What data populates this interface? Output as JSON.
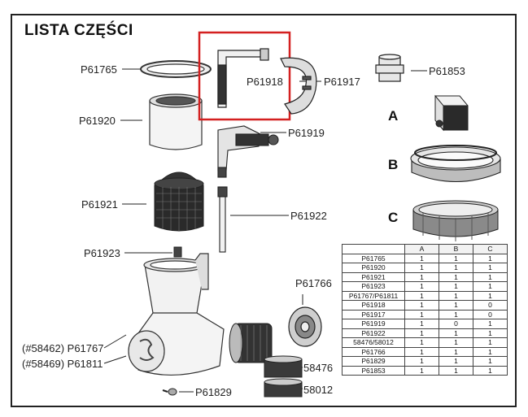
{
  "title": "LISTA CZĘŚCI",
  "parts": {
    "p61765": "P61765",
    "p61918": "P61918",
    "p61917": "P61917",
    "p61853": "P61853",
    "p61920": "P61920",
    "p61919": "P61919",
    "p61921": "P61921",
    "p61922": "P61922",
    "p61923": "P61923",
    "p61766": "P61766",
    "p61767": "(#58462) P61767",
    "p61811": "(#58469) P61811",
    "c58476": "58476",
    "c58012": "58012",
    "p61829": "P61829"
  },
  "pool_labels": {
    "a": "A",
    "b": "B",
    "c": "C"
  },
  "table": {
    "headers": [
      "",
      "A",
      "B",
      "C"
    ],
    "rows": [
      [
        "P61765",
        "1",
        "1",
        "1"
      ],
      [
        "P61920",
        "1",
        "1",
        "1"
      ],
      [
        "P61921",
        "1",
        "1",
        "1"
      ],
      [
        "P61923",
        "1",
        "1",
        "1"
      ],
      [
        "P61767/P61811",
        "1",
        "1",
        "1"
      ],
      [
        "P61918",
        "1",
        "1",
        "0"
      ],
      [
        "P61917",
        "1",
        "1",
        "0"
      ],
      [
        "P61919",
        "1",
        "0",
        "1"
      ],
      [
        "P61922",
        "1",
        "1",
        "1"
      ],
      [
        "58476/58012",
        "1",
        "1",
        "1"
      ],
      [
        "P61766",
        "1",
        "1",
        "1"
      ],
      [
        "P61829",
        "1",
        "1",
        "1"
      ],
      [
        "P61853",
        "1",
        "1",
        "1"
      ]
    ]
  },
  "colors": {
    "highlight": "#d42020",
    "line": "#222222"
  }
}
